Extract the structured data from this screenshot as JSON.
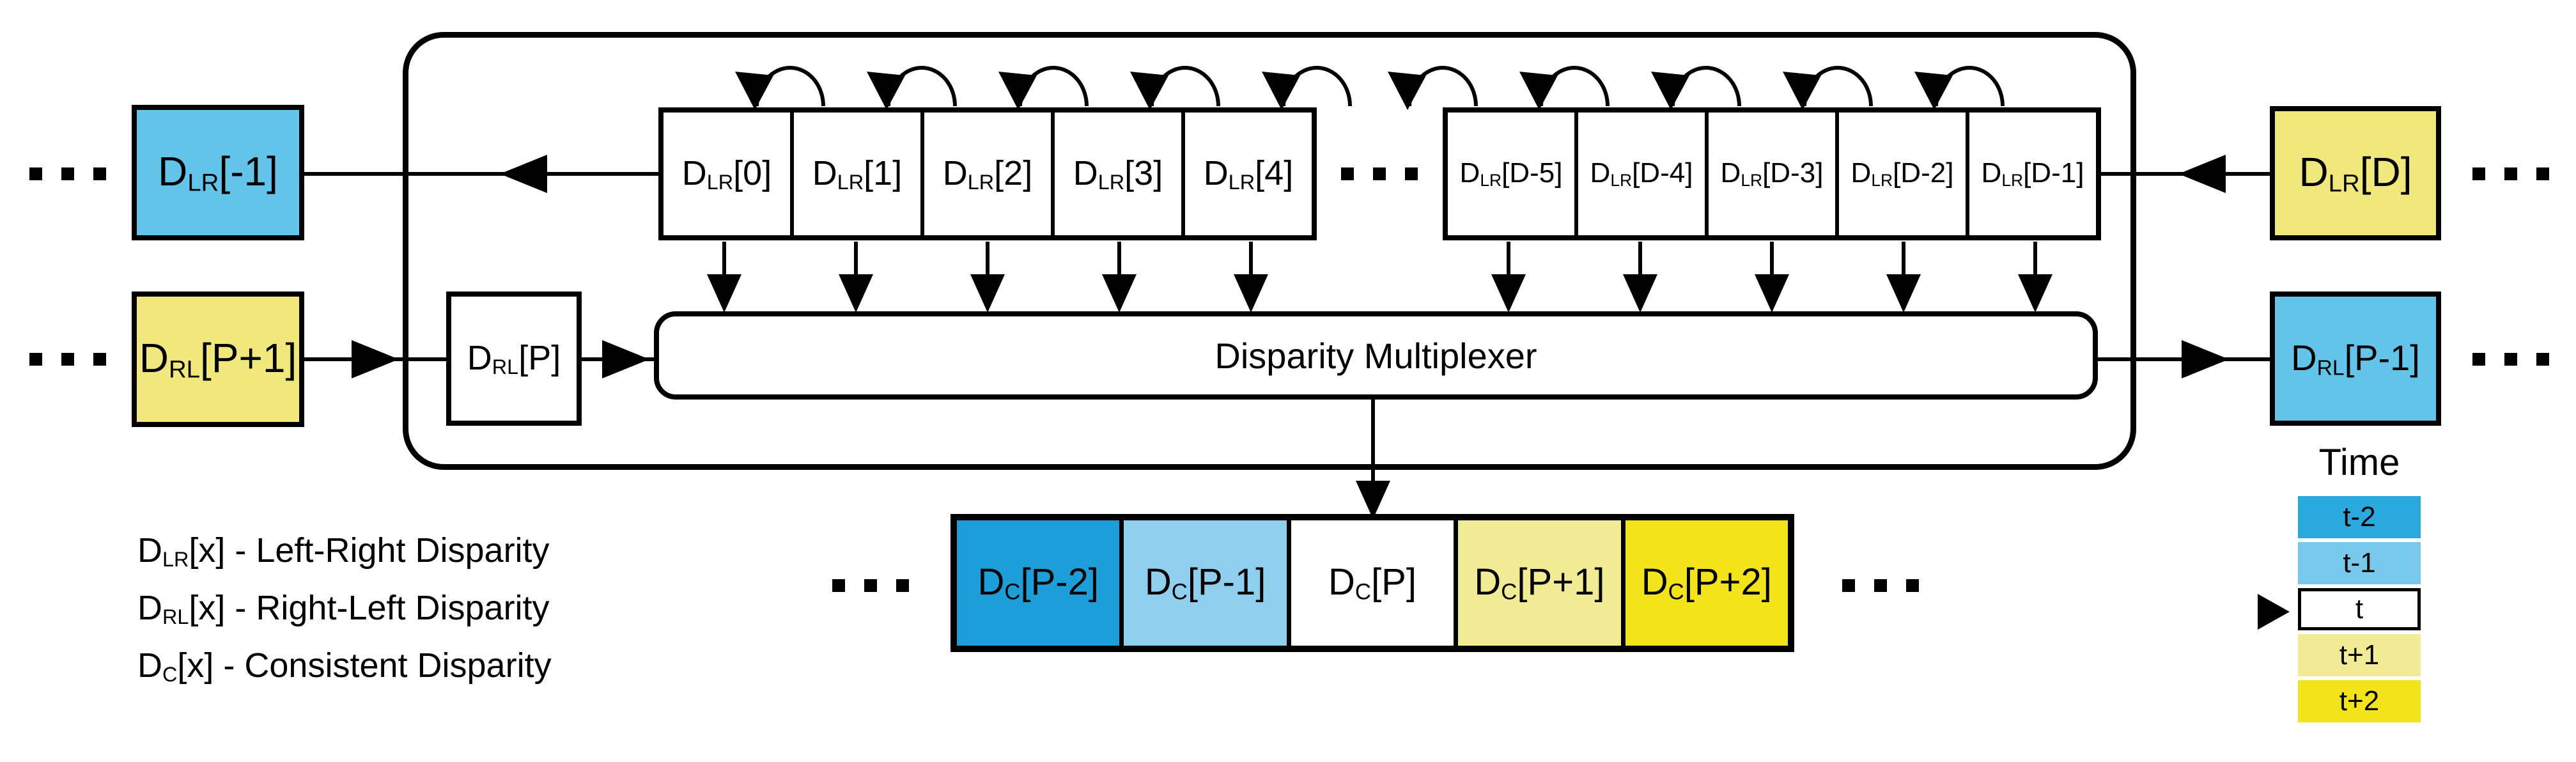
{
  "diagram": {
    "mux": {
      "label": "Disparity Multiplexer"
    },
    "registers": {
      "left": [
        {
          "main": "D",
          "sub": "LR",
          "idx": "[0]"
        },
        {
          "main": "D",
          "sub": "LR",
          "idx": "[1]"
        },
        {
          "main": "D",
          "sub": "LR",
          "idx": "[2]"
        },
        {
          "main": "D",
          "sub": "LR",
          "idx": "[3]"
        },
        {
          "main": "D",
          "sub": "LR",
          "idx": "[4]"
        }
      ],
      "right": [
        {
          "main": "D",
          "sub": "LR",
          "idx": "[D-5]"
        },
        {
          "main": "D",
          "sub": "LR",
          "idx": "[D-4]"
        },
        {
          "main": "D",
          "sub": "LR",
          "idx": "[D-3]"
        },
        {
          "main": "D",
          "sub": "LR",
          "idx": "[D-2]"
        },
        {
          "main": "D",
          "sub": "LR",
          "idx": "[D-1]"
        }
      ]
    },
    "boxes": {
      "dlr_prev": {
        "main": "D",
        "sub": "LR",
        "idx": "[-1]",
        "color": "#63C3E9"
      },
      "drl_next": {
        "main": "D",
        "sub": "RL",
        "idx": "[P+1]",
        "color": "#F0E87D"
      },
      "drl_p": {
        "main": "D",
        "sub": "RL",
        "idx": "[P]",
        "color": "#FFFFFF"
      },
      "dlr_d": {
        "main": "D",
        "sub": "LR",
        "idx": "[D]",
        "color": "#F0E87D"
      },
      "drl_prev": {
        "main": "D",
        "sub": "RL",
        "idx": "[P-1]",
        "color": "#63C3E9"
      }
    },
    "output_cells": [
      {
        "main": "D",
        "sub": "C",
        "idx": "[P-2]",
        "color": "#1E9ED8"
      },
      {
        "main": "D",
        "sub": "C",
        "idx": "[P-1]",
        "color": "#8FCEEC"
      },
      {
        "main": "D",
        "sub": "C",
        "idx": "[P]",
        "color": "#FFFFFF"
      },
      {
        "main": "D",
        "sub": "C",
        "idx": "[P+1]",
        "color": "#F1EB96"
      },
      {
        "main": "D",
        "sub": "C",
        "idx": "[P+2]",
        "color": "#F2E31A"
      }
    ],
    "definitions": [
      {
        "main": "D",
        "sub": "LR",
        "rest": "[x] - Left-Right Disparity"
      },
      {
        "main": "D",
        "sub": "RL",
        "rest": "[x] - Right-Left Disparity"
      },
      {
        "main": "D",
        "sub": "C",
        "rest": "[x] - Consistent Disparity"
      }
    ],
    "time_legend": {
      "title": "Time",
      "rows": [
        {
          "label": "t-2",
          "color": "#29A9DD"
        },
        {
          "label": "t-1",
          "color": "#77C8EB"
        },
        {
          "label": "t",
          "color": "#FFFFFF"
        },
        {
          "label": "t+1",
          "color": "#F1EB96"
        },
        {
          "label": "t+2",
          "color": "#F2E31A"
        }
      ]
    },
    "colors": {
      "line": "#000000",
      "background": "#FFFFFF"
    }
  }
}
